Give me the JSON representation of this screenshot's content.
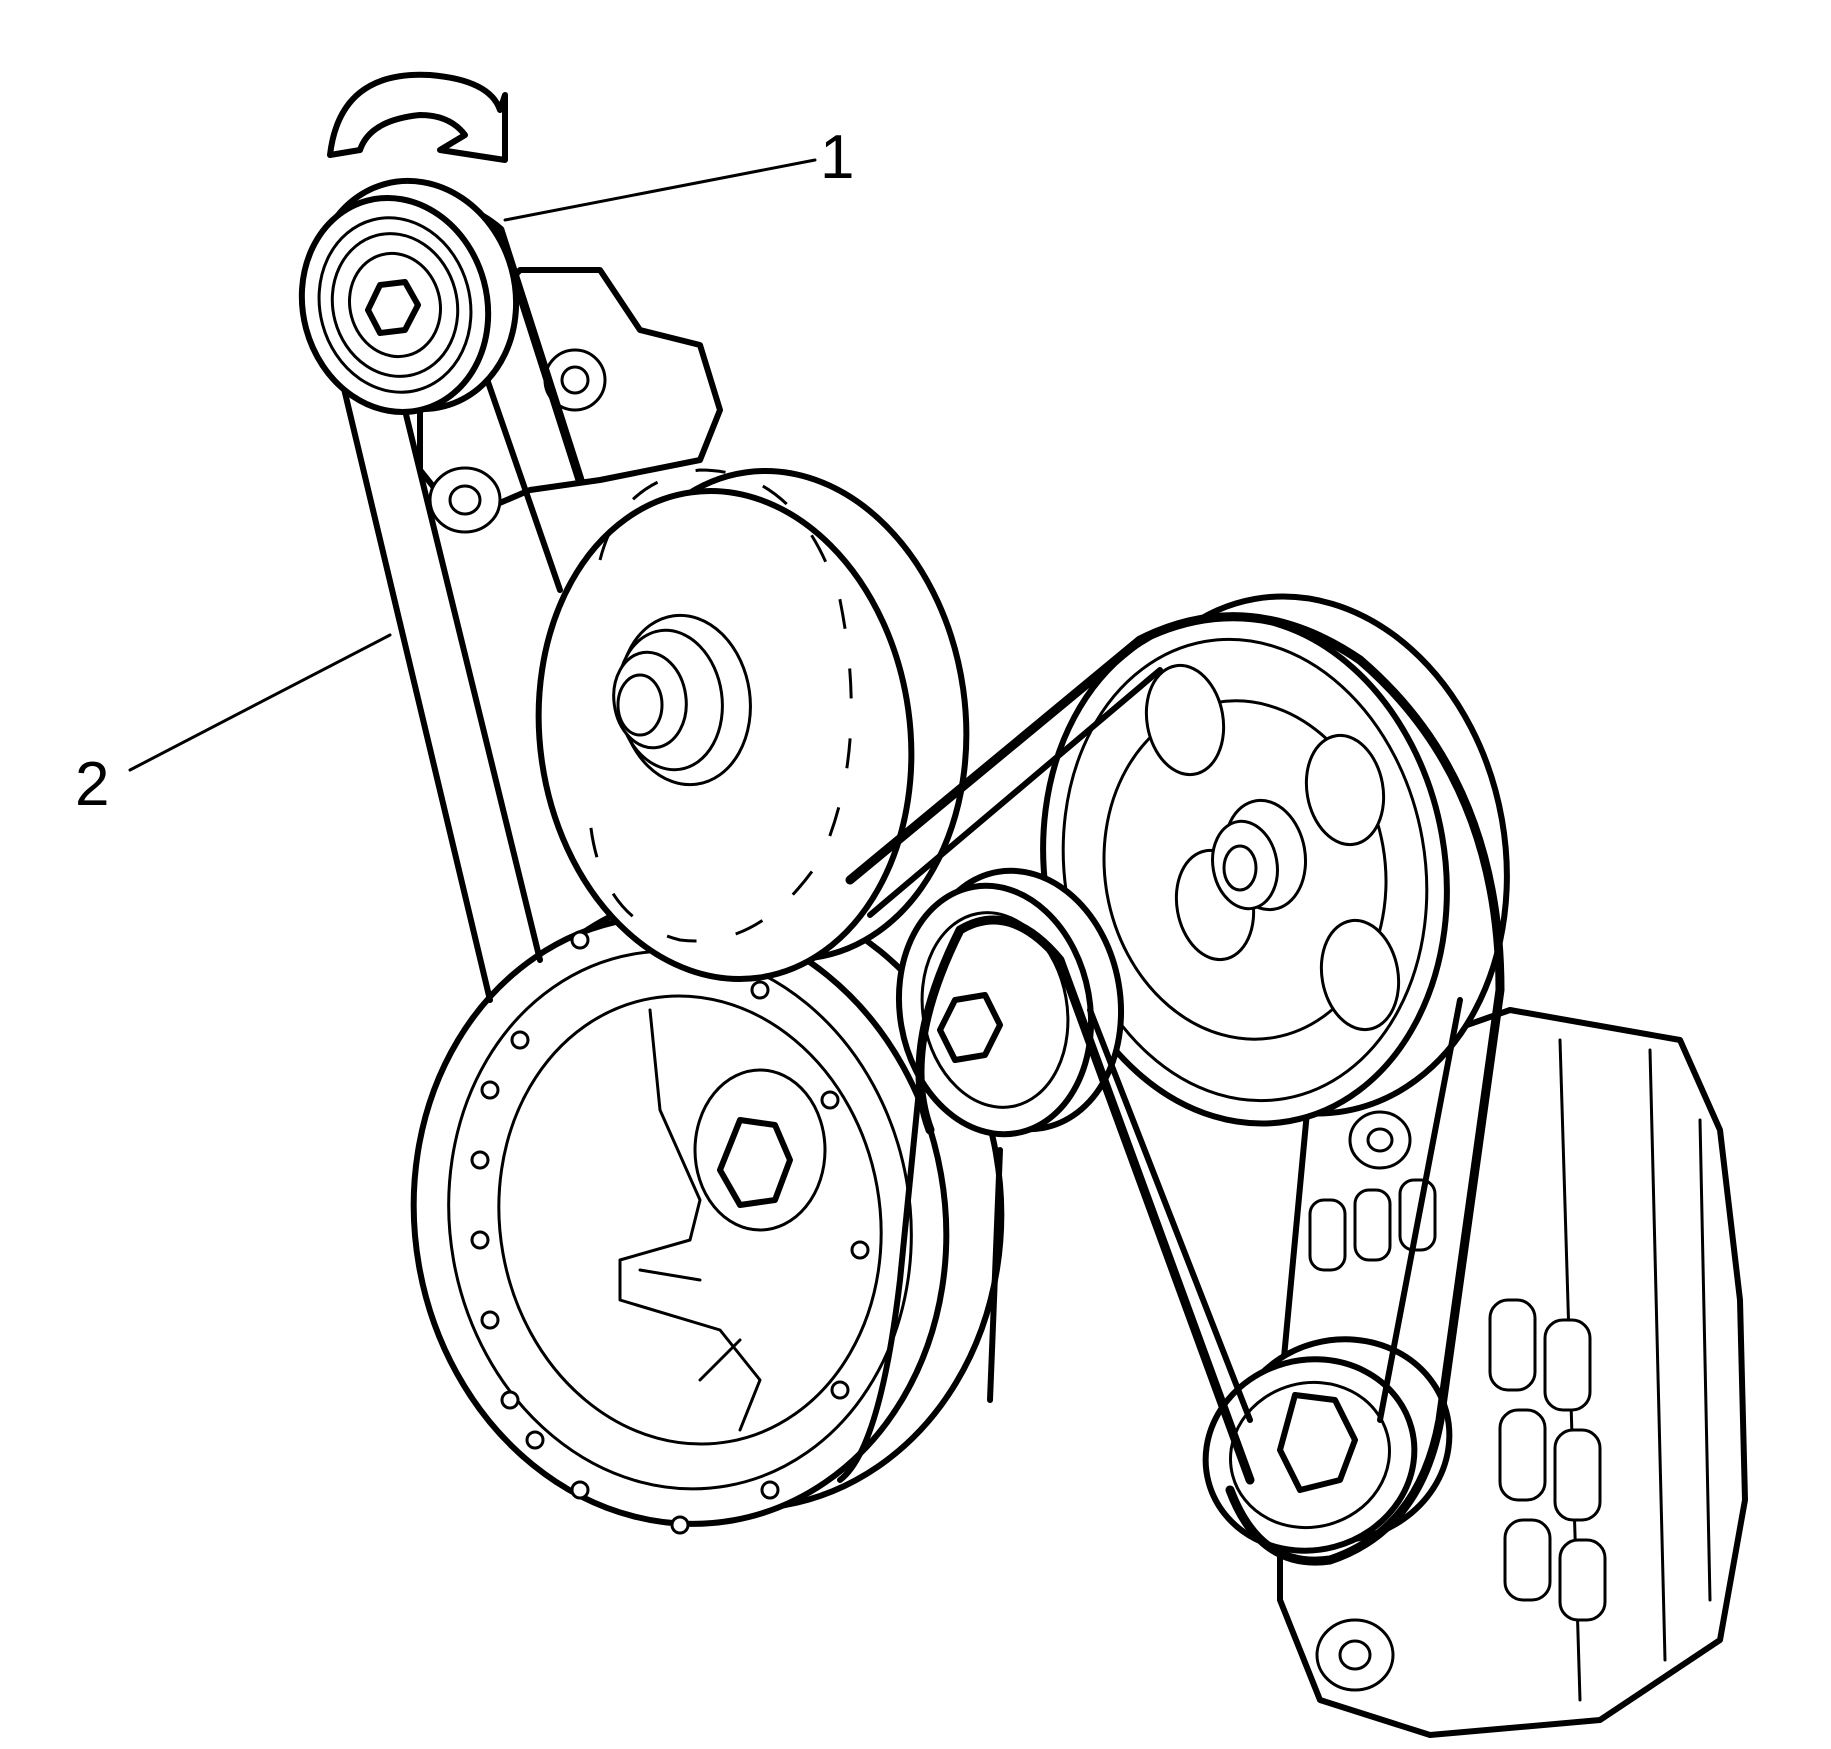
{
  "callouts": [
    {
      "id": "1",
      "label": "1"
    },
    {
      "id": "2",
      "label": "2"
    }
  ],
  "rotation_arrow": {
    "icon": "clockwise-arrow-icon"
  },
  "colors": {
    "line": "#000000",
    "background": "#ffffff"
  }
}
